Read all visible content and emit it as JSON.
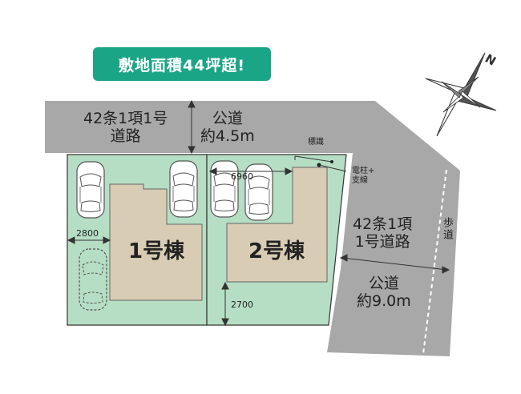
{
  "badge": {
    "text": "敷地面積44坪超!"
  },
  "roads": {
    "top_code_line1": "42条1項1号",
    "top_code_line2": "道路",
    "top_name": "公道",
    "top_width": "約4.5m",
    "right_code_line1": "42条1項",
    "right_code_line2": "1号道路",
    "right_name": "公道",
    "right_width": "約9.0m",
    "sidewalk": "歩道"
  },
  "markers": {
    "sign": "標識",
    "pole_line1": "電柱+",
    "pole_line2": "支線"
  },
  "buildings": {
    "b1": "1号棟",
    "b2": "2号棟"
  },
  "dimensions": {
    "d6960": "6960",
    "d2800": "2800",
    "d2700": "2700"
  },
  "colors": {
    "road": "#a8a8a8",
    "lot": "#b6dec4",
    "building": "#d8ccb4",
    "badge": "#1aa586"
  }
}
